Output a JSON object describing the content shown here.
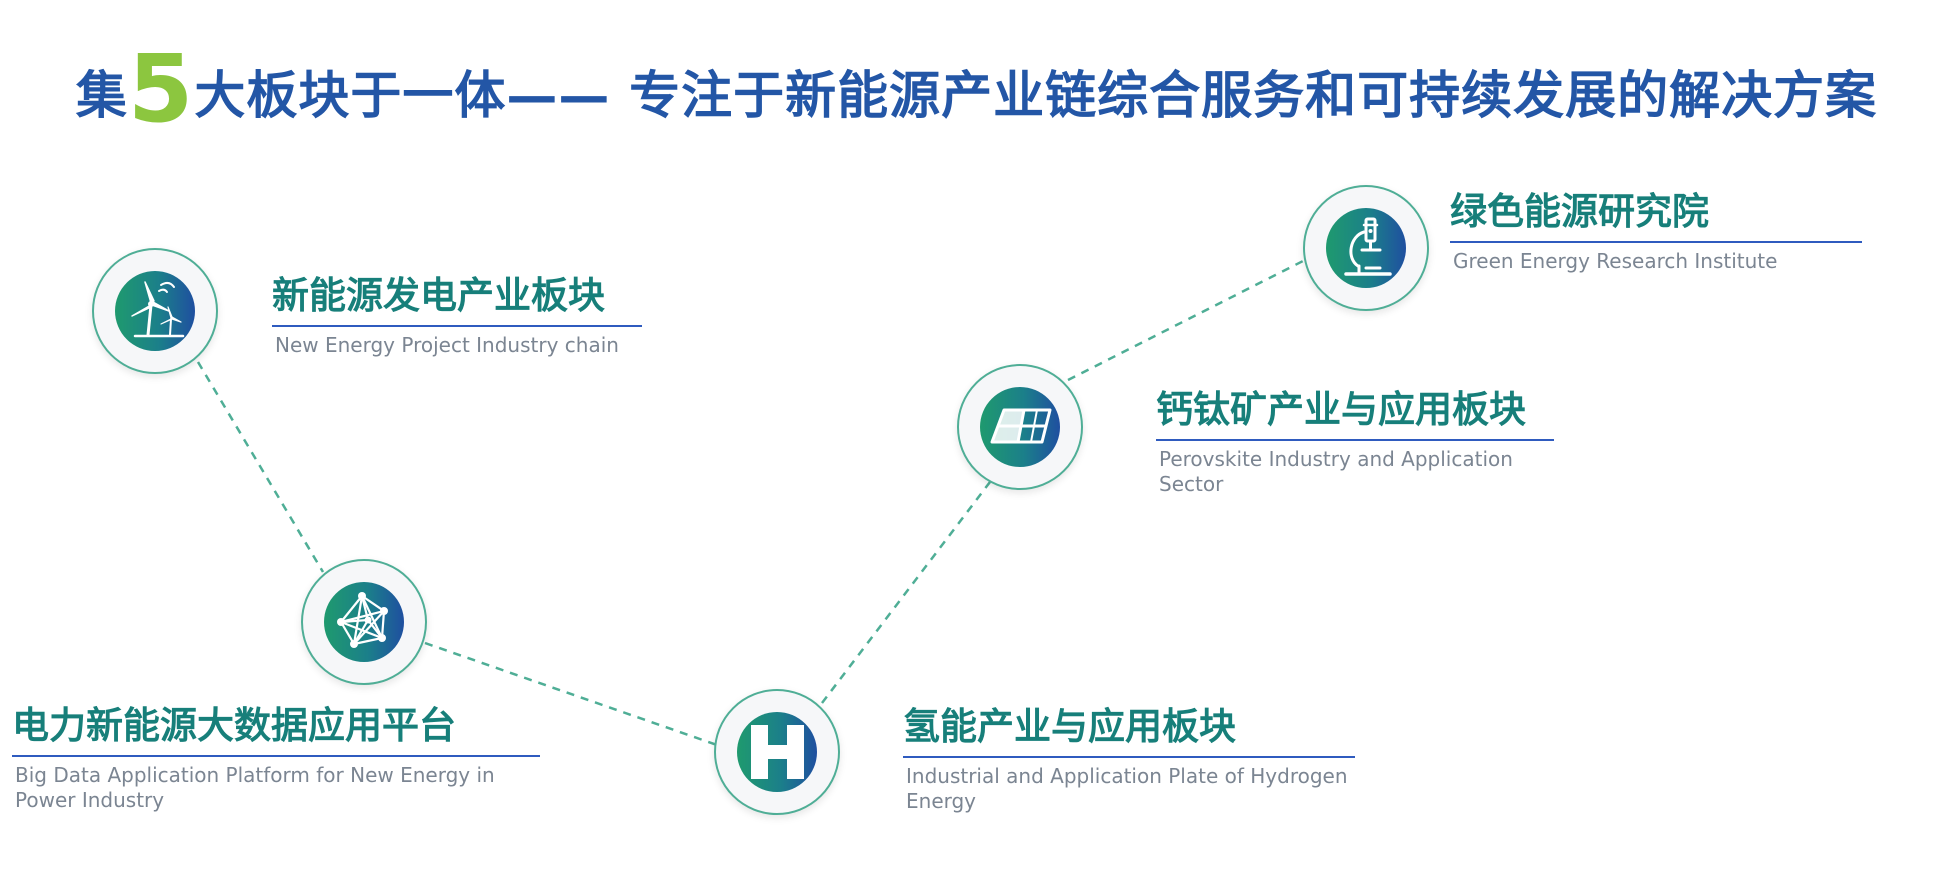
{
  "title": {
    "prefix": "集",
    "number": "5",
    "suffix": "大板块于一体—— 专注于新能源产业链综合服务和可持续发展的解决方案"
  },
  "colors": {
    "title": "#2356a6",
    "number": "#8cc63f",
    "heading": "#177f7a",
    "rule": "#2f5bbf",
    "subtitle": "#7b8592",
    "connector": "#4fae96"
  },
  "sectors": [
    {
      "icon": "wind-turbine-icon",
      "cn": "新能源发电产业板块",
      "en": "New Energy Project Industry chain"
    },
    {
      "icon": "network-icon",
      "cn": "电力新能源大数据应用平台",
      "en": "Big Data Application Platform for New Energy in Power Industry"
    },
    {
      "icon": "hydrogen-icon",
      "cn": "氢能产业与应用板块",
      "en": "Industrial and Application Plate of Hydrogen Energy"
    },
    {
      "icon": "solar-panel-icon",
      "cn": "钙钛矿产业与应用板块",
      "en": "Perovskite Industry and Application Sector"
    },
    {
      "icon": "microscope-icon",
      "cn": "绿色能源研究院",
      "en": "Green Energy Research Institute"
    }
  ]
}
